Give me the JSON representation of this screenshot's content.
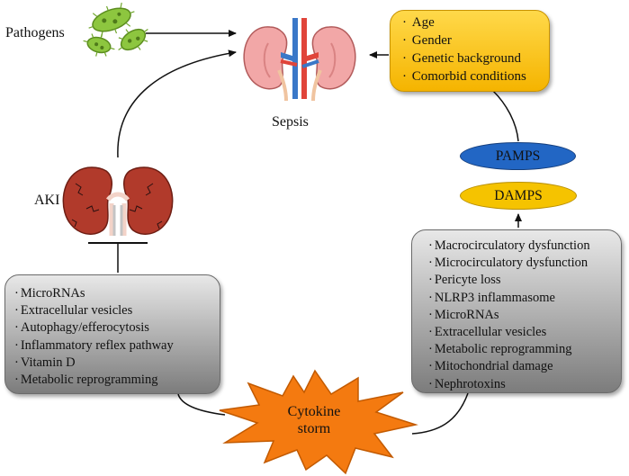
{
  "labels": {
    "pathogens": "Pathogens",
    "sepsis": "Sepsis",
    "aki": "AKI"
  },
  "risk_factors": [
    "Age",
    "Gender",
    "Genetic background",
    "Comorbid conditions"
  ],
  "pamps": "PAMPS",
  "damps": "DAMPS",
  "left_box_items": [
    "MicroRNAs",
    "Extracellular vesicles",
    "Autophagy/efferocytosis",
    "Inflammatory reflex pathway",
    "Vitamin D",
    "Metabolic reprogramming"
  ],
  "right_box_items": [
    "Macrocirculatory dysfunction",
    "Microcirculatory dysfunction",
    "Pericyte loss",
    "NLRP3 inflammasome",
    "MicroRNAs",
    "Extracellular vesicles",
    "Metabolic reprogramming",
    "Mitochondrial damage",
    "Nephrotoxins"
  ],
  "storm": {
    "line1": "Cytokine",
    "line2": "storm"
  },
  "colors": {
    "risk_box": "#f5b400",
    "gray_box": "#9a9a9a",
    "pamps": "#2266c4",
    "damps": "#f5c300",
    "storm": "#f47a10",
    "pathogen": "#8dc63f",
    "kidney_healthy": "#f2a7a7",
    "kidney_injured": "#b13a2b"
  }
}
